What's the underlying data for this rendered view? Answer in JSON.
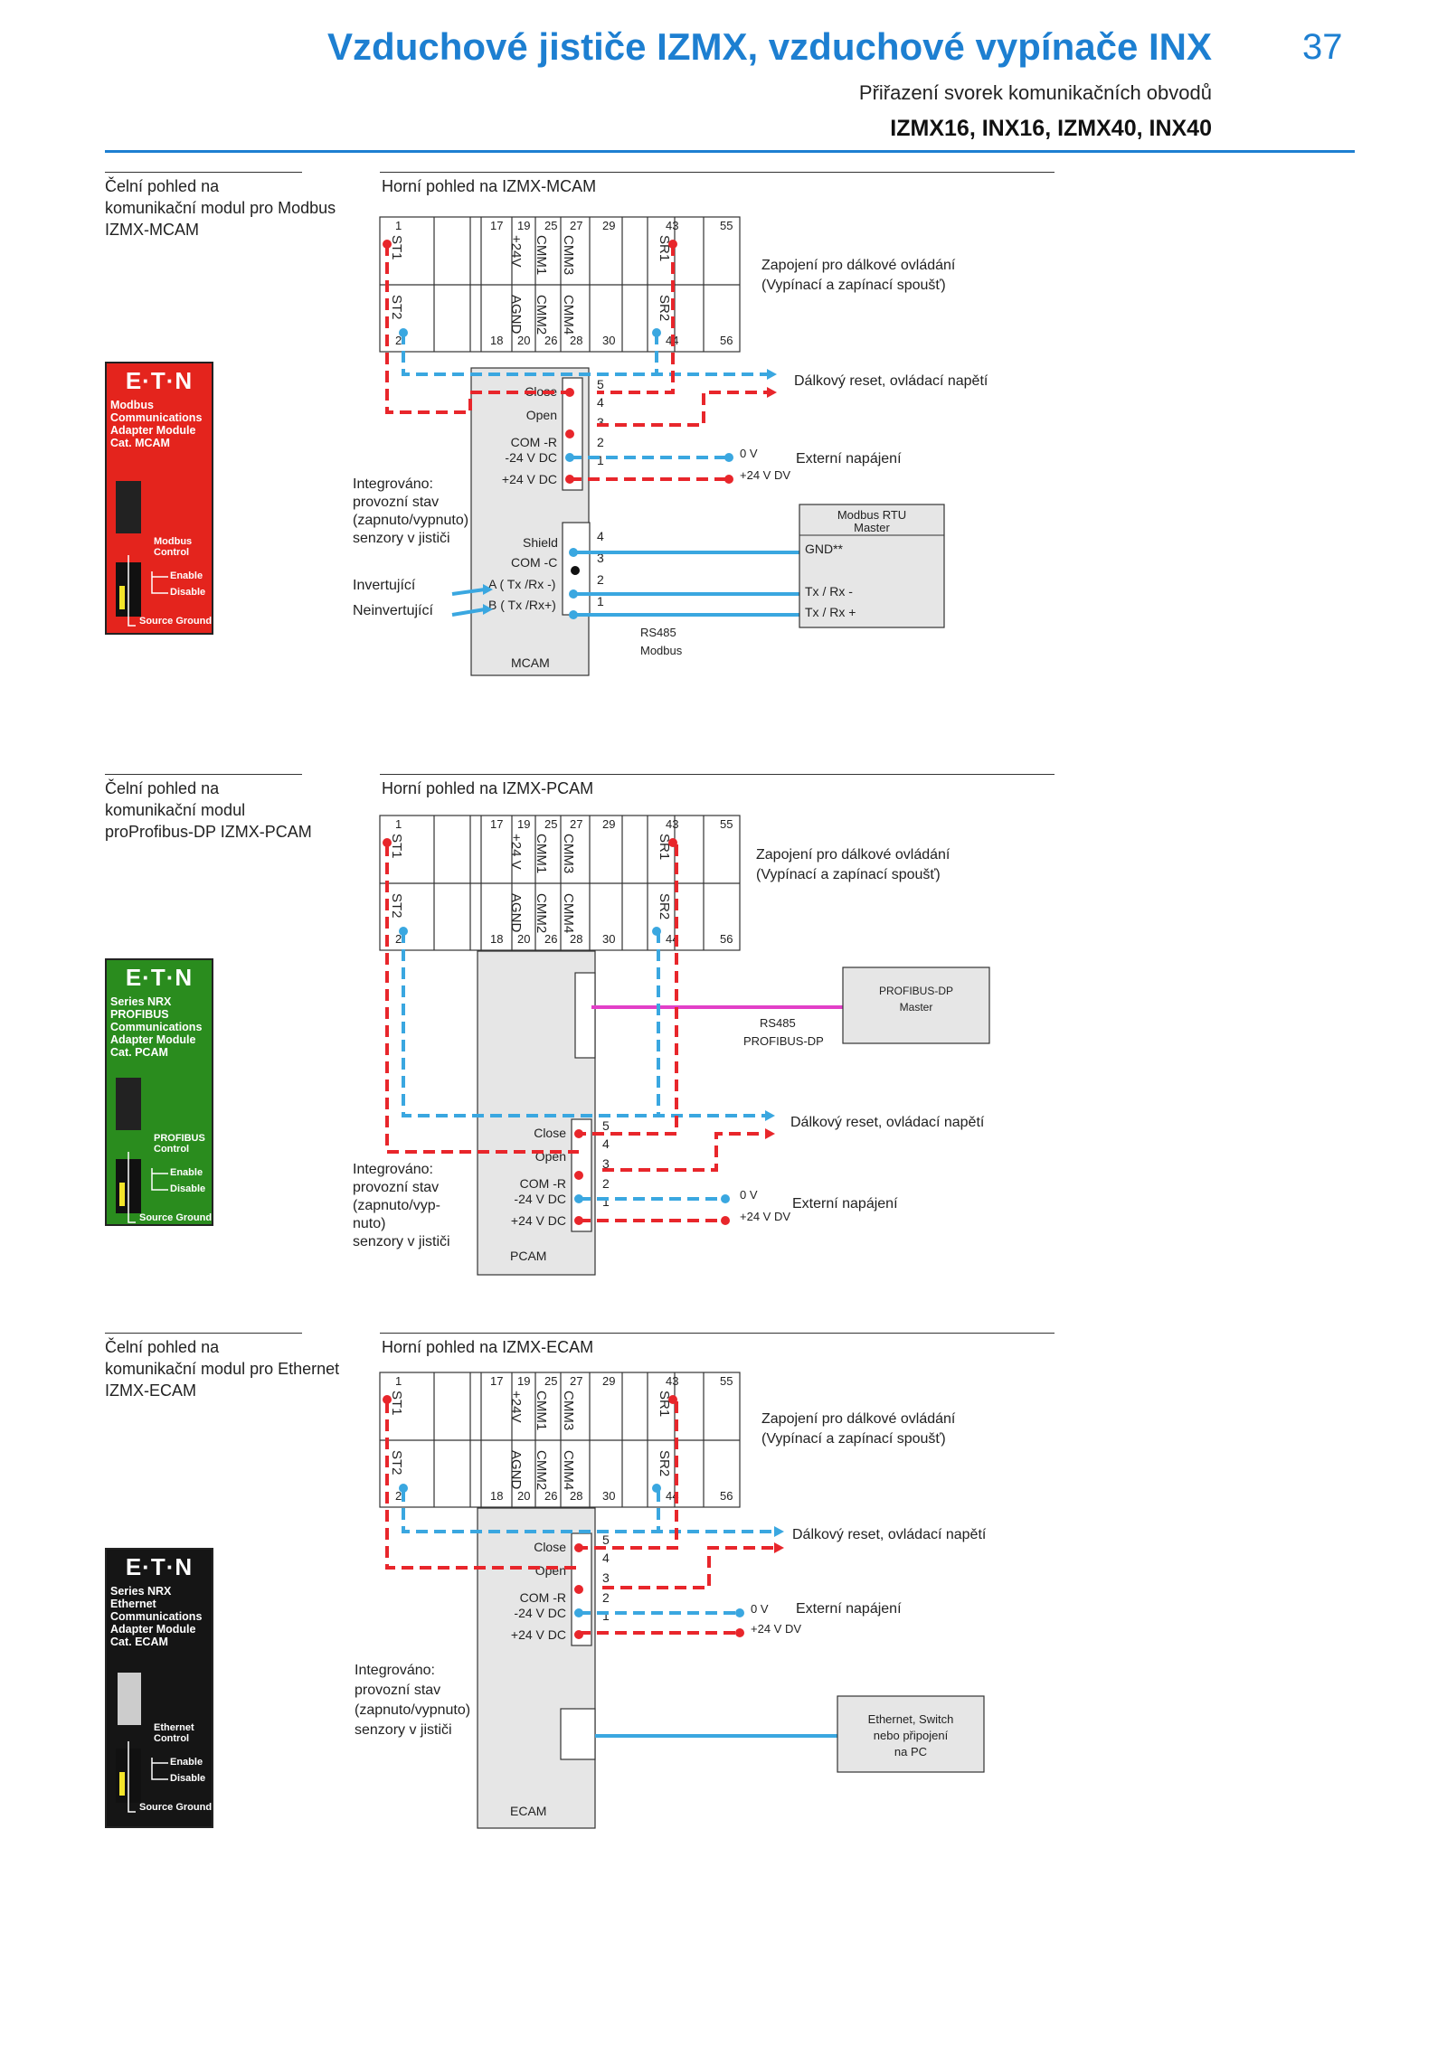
{
  "header": {
    "title": "Vzduchové jističe IZMX, vzduchové vypínače INX",
    "page_number": "37",
    "subtitle": "Přiřazení svorek komunikačních obvodů",
    "models": "IZMX16, INX16, IZMX40, INX40"
  },
  "colors": {
    "accent": "#1d7fd1",
    "red_wire": "#e8262b",
    "blue_wire": "#3aa7e0",
    "magenta_wire": "#e23fc8"
  },
  "terminals": {
    "top_numbers": [
      "1",
      "17",
      "19",
      "25",
      "27",
      "29",
      "43",
      "55"
    ],
    "bottom_numbers": [
      "2",
      "18",
      "20",
      "26",
      "28",
      "30",
      "44",
      "56"
    ],
    "top_labels": [
      "ST1",
      "+24V",
      "CMM1",
      "CMM3",
      "SR1"
    ],
    "bottom_labels": [
      "ST2",
      "AGND",
      "CMM2",
      "CMM4",
      "SR2"
    ],
    "pcam_top_24v": "+24 V"
  },
  "common": {
    "remote_control": "Zapojení pro dálkové ovládání",
    "remote_control_sub": "(Vypínací a zapínací spoušť)",
    "remote_reset": "Dálkový reset, ovládací napětí",
    "ext_power": "Externí napájení",
    "zero_v": "0 V",
    "plus24_dv": "+24 V DV",
    "close": "Close",
    "open": "Open",
    "com_r": "COM -R",
    "minus24": "-24 V DC",
    "plus24": "+24 V DC",
    "pins": [
      "5",
      "4",
      "3",
      "2",
      "1"
    ],
    "source_ground": "Source Ground",
    "enable": "Enable",
    "disable": "Disable",
    "logo": "E·T·N"
  },
  "sections": [
    {
      "front_caption": [
        "Čelní pohled na",
        "komunikační modul pro Modbus",
        "IZMX-MCAM"
      ],
      "top_caption": "Horní pohled na IZMX-MCAM",
      "module_text": [
        "Modbus",
        "Communications",
        "Adapter Module",
        "Cat. MCAM"
      ],
      "module_control": [
        "Modbus",
        "Control"
      ],
      "integrated": [
        "Integrováno:",
        "provozní stav",
        "(zapnuto/vypnuto)",
        "senzory v jističi"
      ],
      "inverting": "Invertující",
      "noninverting": "Neinvertující",
      "shield": "Shield",
      "com_c": "COM  -C",
      "a_line": "A  ( Tx /Rx -)",
      "b_line": "B  ( Tx /Rx+)",
      "comm_pins": [
        "4",
        "3",
        "2",
        "1"
      ],
      "master_title": [
        "Modbus RTU",
        "Master"
      ],
      "master_gnd": "GND**",
      "master_tx_minus": "Tx / Rx -",
      "master_tx_plus": "Tx / Rx +",
      "bus": [
        "RS485",
        "Modbus"
      ],
      "box_label": "MCAM"
    },
    {
      "front_caption": [
        "Čelní pohled na",
        "komunikační modul",
        "proProfibus-DP IZMX-PCAM"
      ],
      "top_caption": "Horní pohled na IZMX-PCAM",
      "module_text": [
        "Series NRX",
        "PROFIBUS",
        "Communications",
        "Adapter Module",
        "Cat. PCAM"
      ],
      "module_control": [
        "PROFIBUS",
        "Control"
      ],
      "integrated": [
        "Integrováno:",
        "provozní stav",
        "(zapnuto/vyp-",
        "nuto)",
        "senzory v jističi"
      ],
      "master_title": [
        "PROFIBUS-DP",
        "Master"
      ],
      "bus": [
        "RS485",
        "PROFIBUS-DP"
      ],
      "box_label": "PCAM"
    },
    {
      "front_caption": [
        "Čelní pohled na",
        "komunikační modul pro Ethernet",
        "IZMX-ECAM"
      ],
      "top_caption": "Horní pohled na IZMX-ECAM",
      "module_text": [
        "Series NRX",
        "Ethernet",
        "Communications",
        "Adapter Module",
        "Cat. ECAM"
      ],
      "module_control": [
        "Ethernet",
        "Control"
      ],
      "integrated": [
        "Integrováno:",
        "provozní stav",
        "(zapnuto/vypnuto)",
        "senzory v jističi"
      ],
      "master_title": [
        "Ethernet, Switch",
        "nebo připojení",
        "na PC"
      ],
      "box_label": "ECAM"
    }
  ]
}
